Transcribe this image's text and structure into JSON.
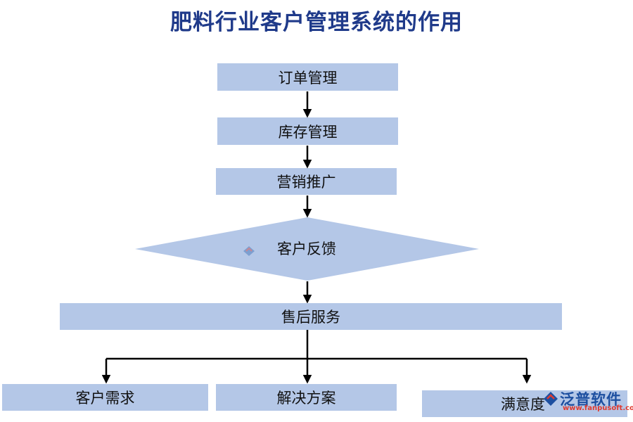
{
  "title": "肥料行业客户管理系统的作用",
  "nodes": {
    "order": "订单管理",
    "inventory": "库存管理",
    "marketing": "营销推广",
    "feedback": "客户反馈",
    "aftersales": "售后服务",
    "needs": "客户需求",
    "solution": "解决方案",
    "satisfaction": "满意度"
  },
  "watermark": {
    "brand": "泛普软件",
    "url": "www.fanpusoft.com"
  },
  "colors": {
    "box_fill": "#b4c7e7",
    "title": "#1f3a8a",
    "line": "#000000"
  }
}
